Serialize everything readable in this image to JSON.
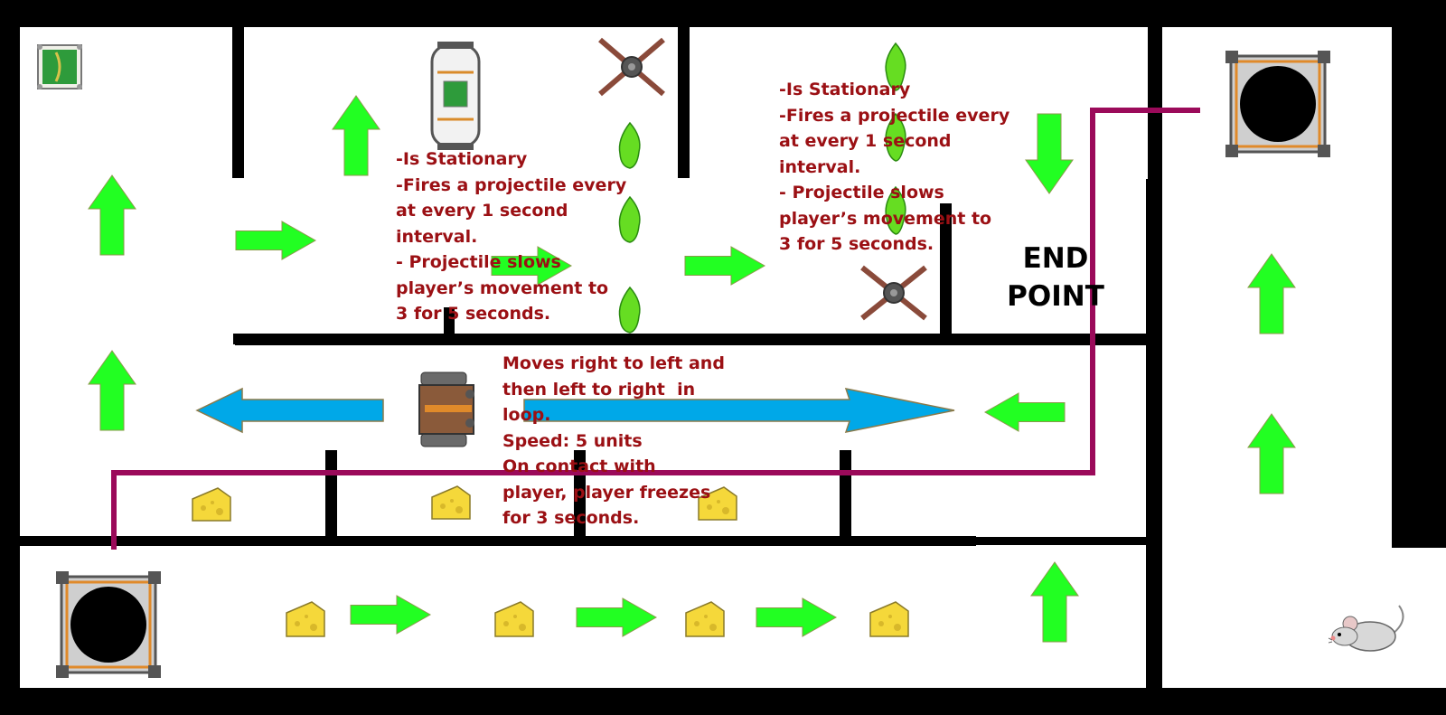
{
  "level": {
    "end_label": "END\nPOINT",
    "colors": {
      "wall": "#000000",
      "floor": "#ffffff",
      "guide_arrow": "#22ff22",
      "patrol_arrow": "#00a8e8",
      "route_line": "#9b0a5a",
      "note_text": "#9b1014",
      "cheese": "#f5d83a",
      "slime": "#66dd22"
    }
  },
  "enemies": {
    "turret_left_note": "-Is Stationary\n-Fires a projectile every\nat every 1 second\ninterval.\n- Projectile slows\nplayer’s movement to\n3 for 5 seconds.",
    "turret_right_note": "-Is Stationary\n-Fires a projectile every\nat every 1 second\ninterval.\n- Projectile slows\nplayer’s movement to\n3 for 5 seconds.",
    "patrol_tank_note": "Moves right to left and\nthen left to right  in\nloop.\nSpeed: 5 units\nOn contact with\nplayer, player freezes\nfor 3 seconds."
  },
  "icons": {
    "player": "mouse-icon",
    "collectible": "cheese-icon",
    "enemy_projectile": "slime-icon",
    "turret": "turret-icon",
    "patrol_enemy": "tank-icon",
    "portal": "portal-icon",
    "start_pad": "start-pad-icon",
    "direction": "arrow-icon"
  }
}
